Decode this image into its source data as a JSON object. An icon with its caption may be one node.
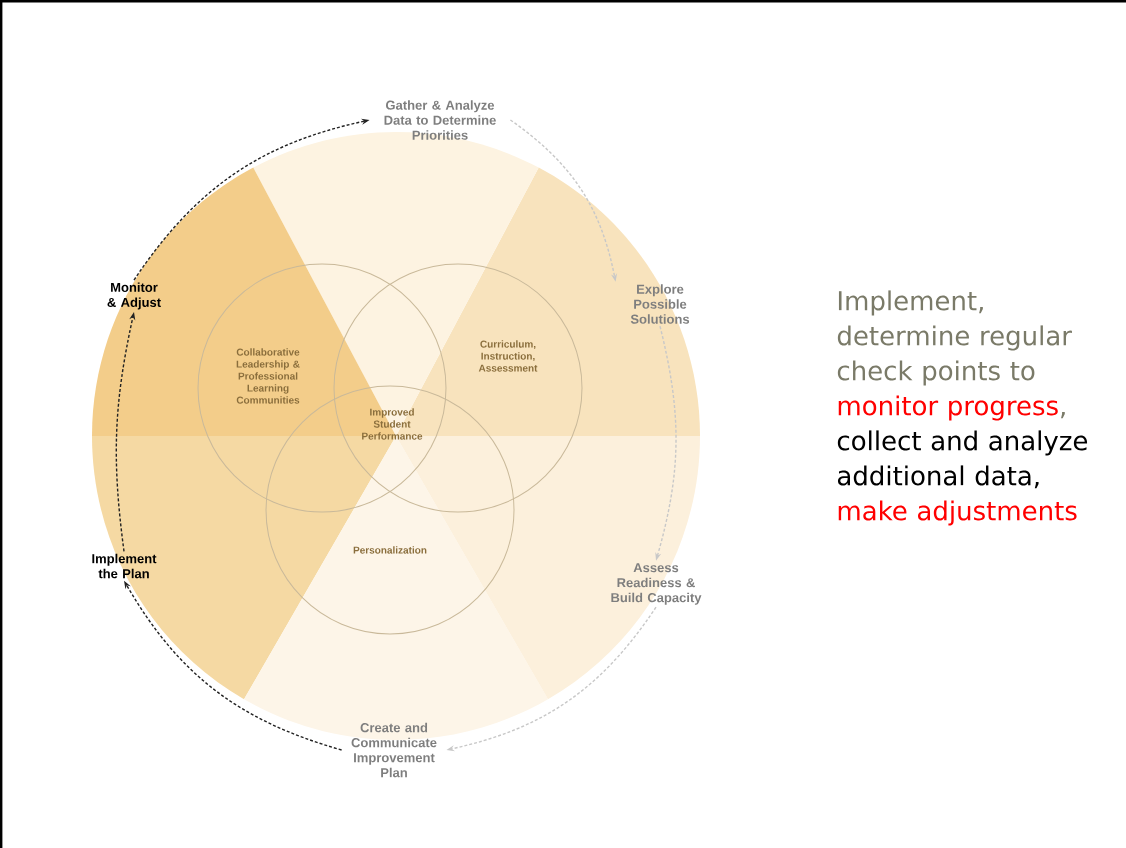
{
  "diagram": {
    "nodes": [
      {
        "text": [
          "Gather & Analyze Data to Determine Priorities"
        ]
      },
      {
        "text": [
          "Explore Possible Solutions"
        ]
      },
      {
        "text": [
          "Assess Readiness & Build Capacity"
        ]
      },
      {
        "text": [
          "Create and Communicate Improvement Plan"
        ]
      },
      {
        "text": [
          "Implement the Plan"
        ]
      },
      {
        "text": [
          "Monitor & Adjust"
        ]
      },
      {
        "text": [
          "Collaborative Leadership & Professional Learning Communities"
        ]
      },
      {
        "text": [
          "Curriculum, Instruction, Assessment"
        ]
      },
      {
        "text": [
          "Personalization"
        ]
      }
    ],
    "edges": [
      {
        "from": 0,
        "to": 1,
        "arrow": "to",
        "style": "dashed",
        "color": "#c8c8c8"
      },
      {
        "from": 1,
        "to": 2,
        "arrow": "to",
        "style": "dashed",
        "color": "#c8c8c8"
      },
      {
        "from": 2,
        "to": 3,
        "arrow": "to",
        "style": "dashed",
        "color": "#c8c8c8"
      },
      {
        "from": 3,
        "to": 4,
        "arrow": "to",
        "style": "dashed",
        "color": "#222222"
      },
      {
        "from": 4,
        "to": 5,
        "arrow": "to",
        "style": "dashed",
        "color": "#222222"
      },
      {
        "from": 5,
        "to": 0,
        "arrow": "to",
        "style": "dashed",
        "color": "#222222"
      }
    ],
    "labels": [
      "Improved Student Performance",
      "Implement, determine regular check points to",
      "monitor progress",
      ",",
      "collect and analyze additional data,",
      "make adjustments"
    ]
  }
}
